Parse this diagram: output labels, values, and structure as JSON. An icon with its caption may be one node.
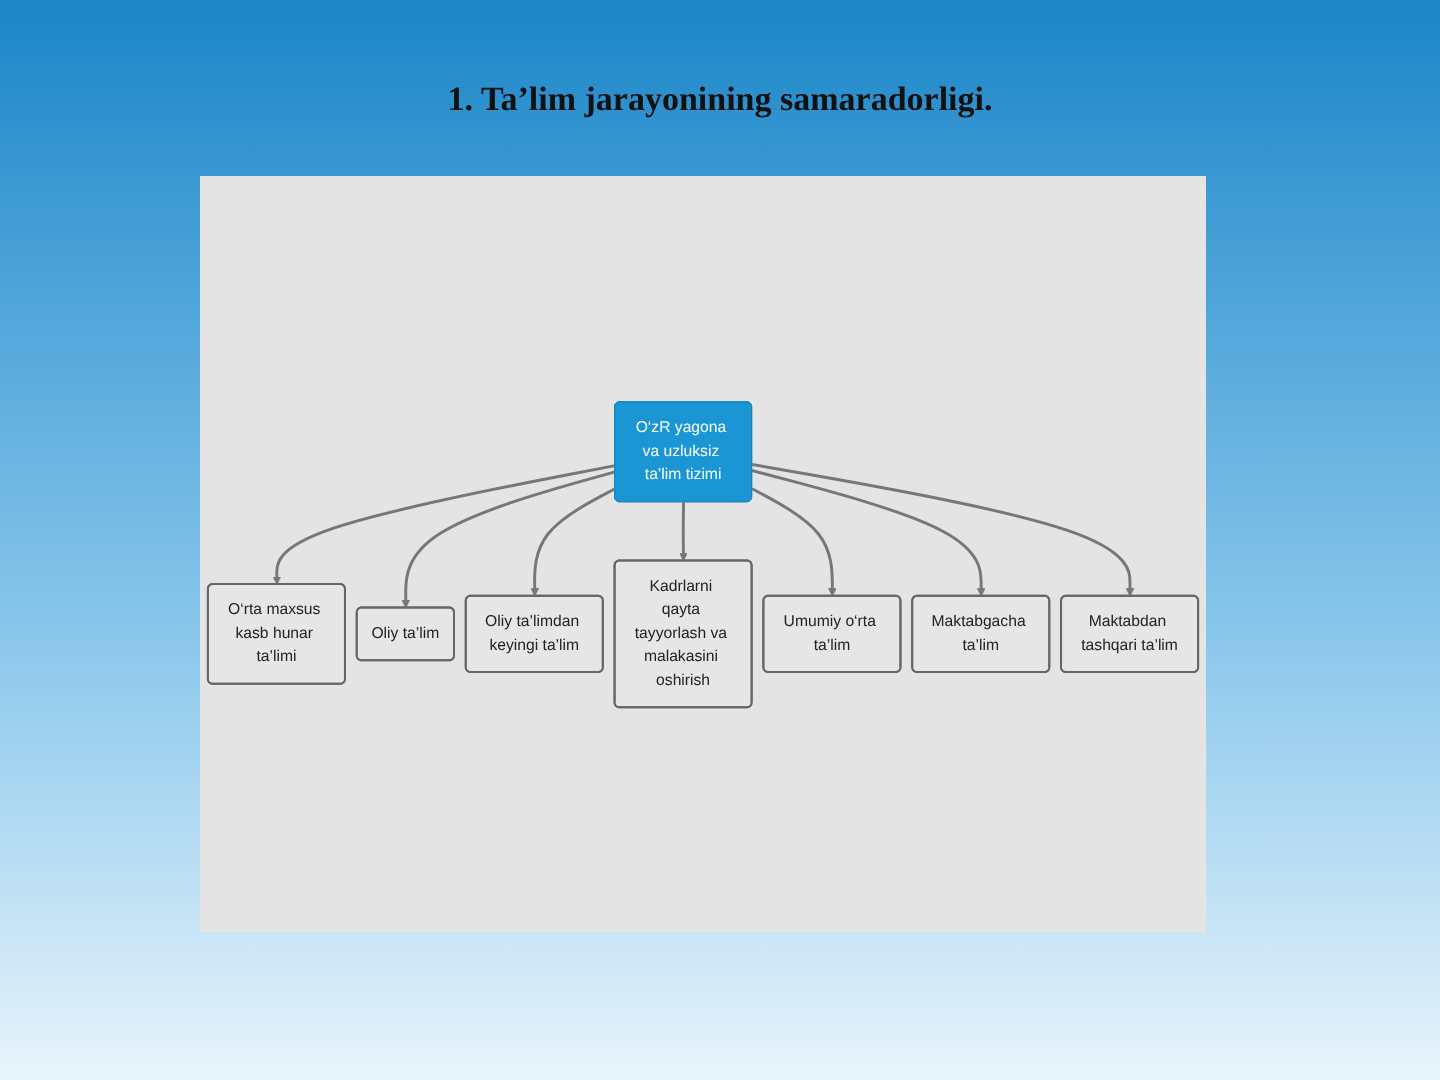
{
  "diagram": {
    "title": "1. Ta’lim jarayonining samaradorligi.",
    "nodes": [
      {
        "text": [
          "O‘zR yagona va uzluksiz ta’lim tizimi"
        ]
      },
      {
        "text": [
          "O‘rta maxsus kasb hunar ta’limi"
        ]
      },
      {
        "text": [
          "Oliy ta’lim"
        ]
      },
      {
        "text": [
          "Oliy ta’limdan keyingi ta’lim"
        ]
      },
      {
        "text": [
          "Kadrlarni qayta tayyorlash va malakasini oshirish"
        ]
      },
      {
        "text": [
          "Umumiy o‘rta ta’lim"
        ]
      },
      {
        "text": [
          "Maktabgacha ta’lim"
        ]
      },
      {
        "text": [
          "Maktabdan tashqari ta’lim"
        ]
      }
    ],
    "edges": [
      {
        "from": 0,
        "to": 1,
        "arrow": "to"
      },
      {
        "from": 0,
        "to": 2,
        "arrow": "to"
      },
      {
        "from": 0,
        "to": 3,
        "arrow": "to"
      },
      {
        "from": 0,
        "to": 4,
        "arrow": "to"
      },
      {
        "from": 0,
        "to": 5,
        "arrow": "to"
      },
      {
        "from": 0,
        "to": 6,
        "arrow": "to"
      },
      {
        "from": 0,
        "to": 7,
        "arrow": "to"
      }
    ]
  }
}
